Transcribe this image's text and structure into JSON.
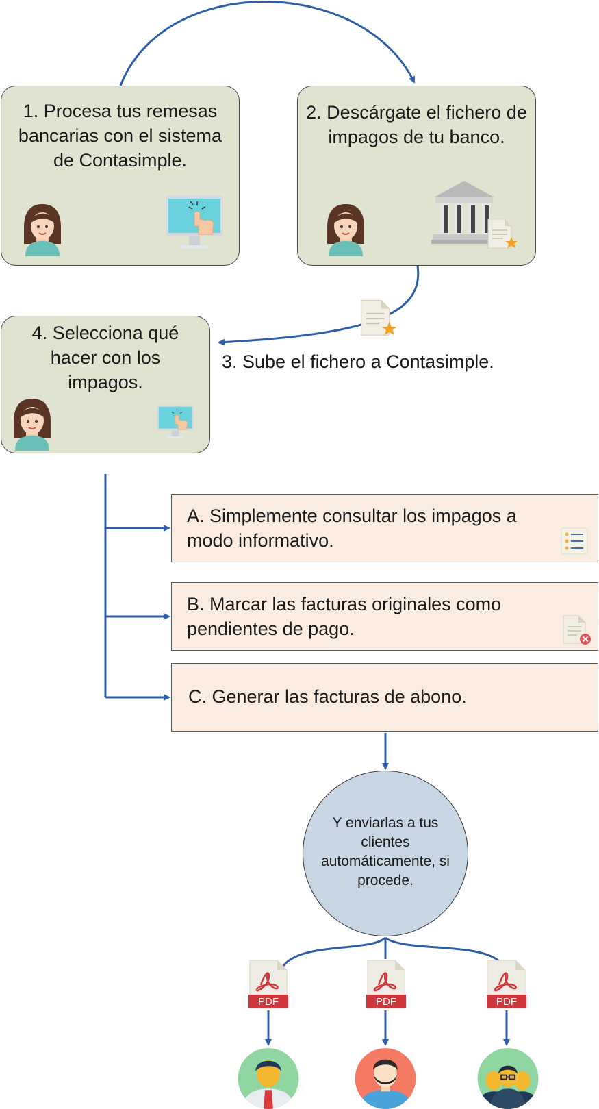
{
  "steps": {
    "s1": "1. Procesa tus remesas bancarias con el sistema de Contasimple.",
    "s2": "2. Descárgate el fichero de impagos de tu banco.",
    "s3": "3. Sube el fichero a Contasimple.",
    "s4": "4. Selecciona qué hacer con los impagos."
  },
  "options": {
    "a": "A. Simplemente consultar los impagos a modo informativo.",
    "b": "B. Marcar las facturas originales como pendientes de pago.",
    "c": "C. Generar las facturas de abono."
  },
  "final_circle": "Y enviarlas a tus clientes automáticamente, si procede.",
  "pdf_label": "PDF",
  "colors": {
    "arrow": "#2c5fa8",
    "step_fill": "#dfe3cf",
    "option_fill": "#fbece1",
    "circle_fill": "#c8d6e4",
    "pdf_red": "#d0373c"
  }
}
